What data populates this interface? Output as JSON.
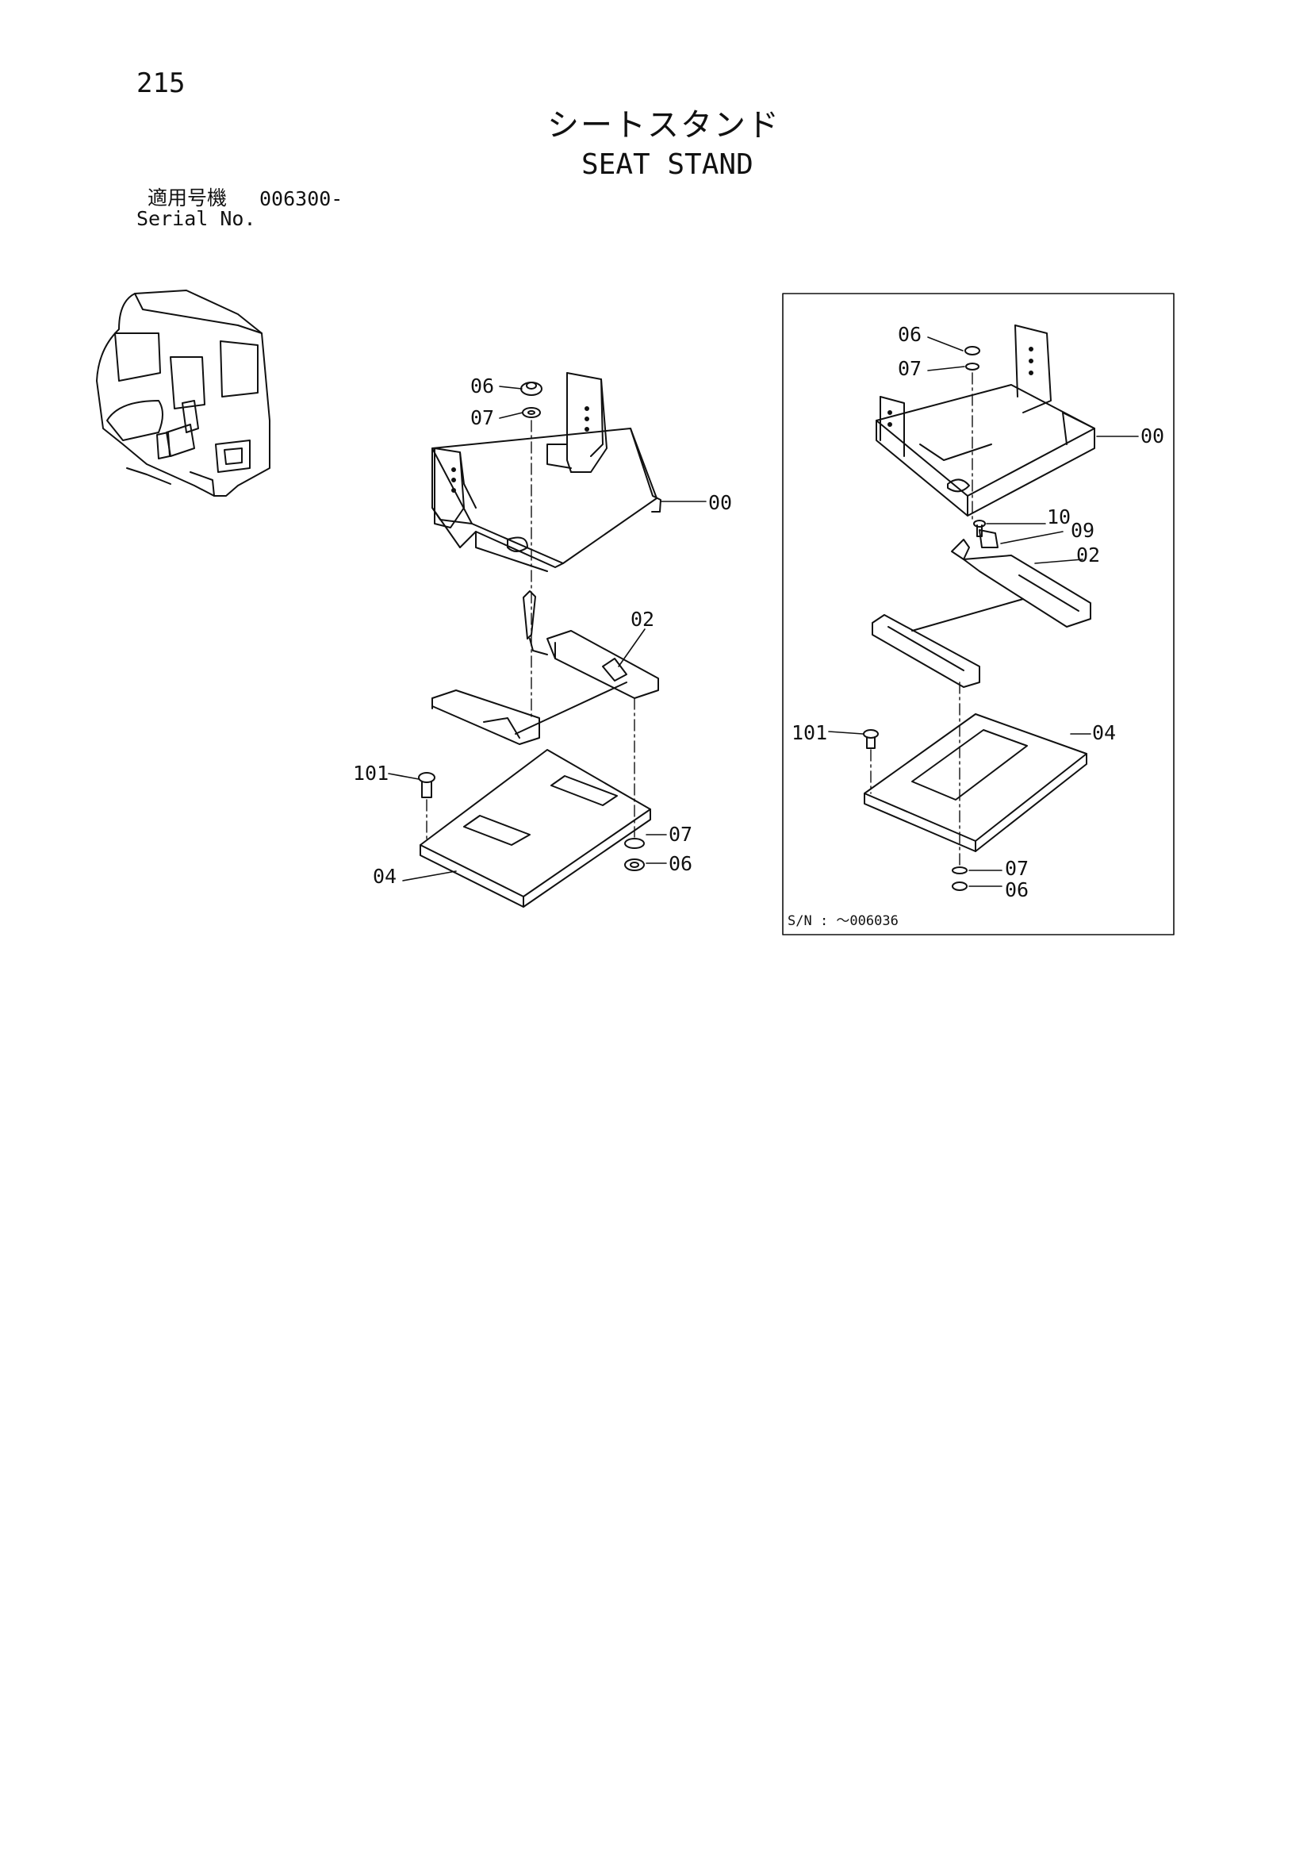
{
  "page_number": "215",
  "title_jp": "シートスタンド",
  "title_en": "SEAT STAND",
  "serial": {
    "label_jp": "適用号機",
    "value": "006300-",
    "label_en": "Serial No."
  },
  "left_assembly": {
    "callouts": [
      "06",
      "07",
      "00",
      "02",
      "101",
      "07",
      "06",
      "04"
    ]
  },
  "right_assembly": {
    "callouts": [
      "06",
      "07",
      "00",
      "10",
      "09",
      "02",
      "101",
      "04",
      "07",
      "06"
    ],
    "serial_note": "S/N : ～006036"
  }
}
